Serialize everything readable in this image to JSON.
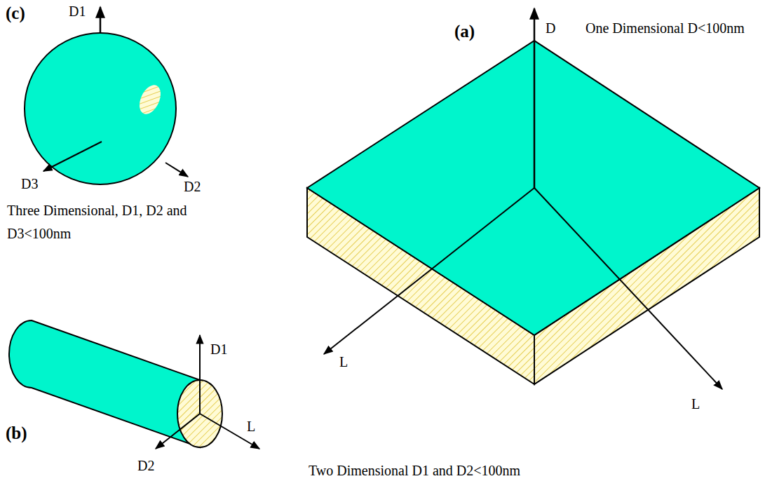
{
  "diagram": {
    "labels": [
      "(c)",
      "D1",
      "(a)",
      "D",
      "One Dimensional D<100nm",
      "D3",
      "D2",
      "Three Dimensional, D1, D2 and D3<100nm",
      "L",
      "L",
      "D1",
      "(b)",
      "L",
      "D2",
      "Two Dimensional D1 and D2<100nm"
    ]
  }
}
